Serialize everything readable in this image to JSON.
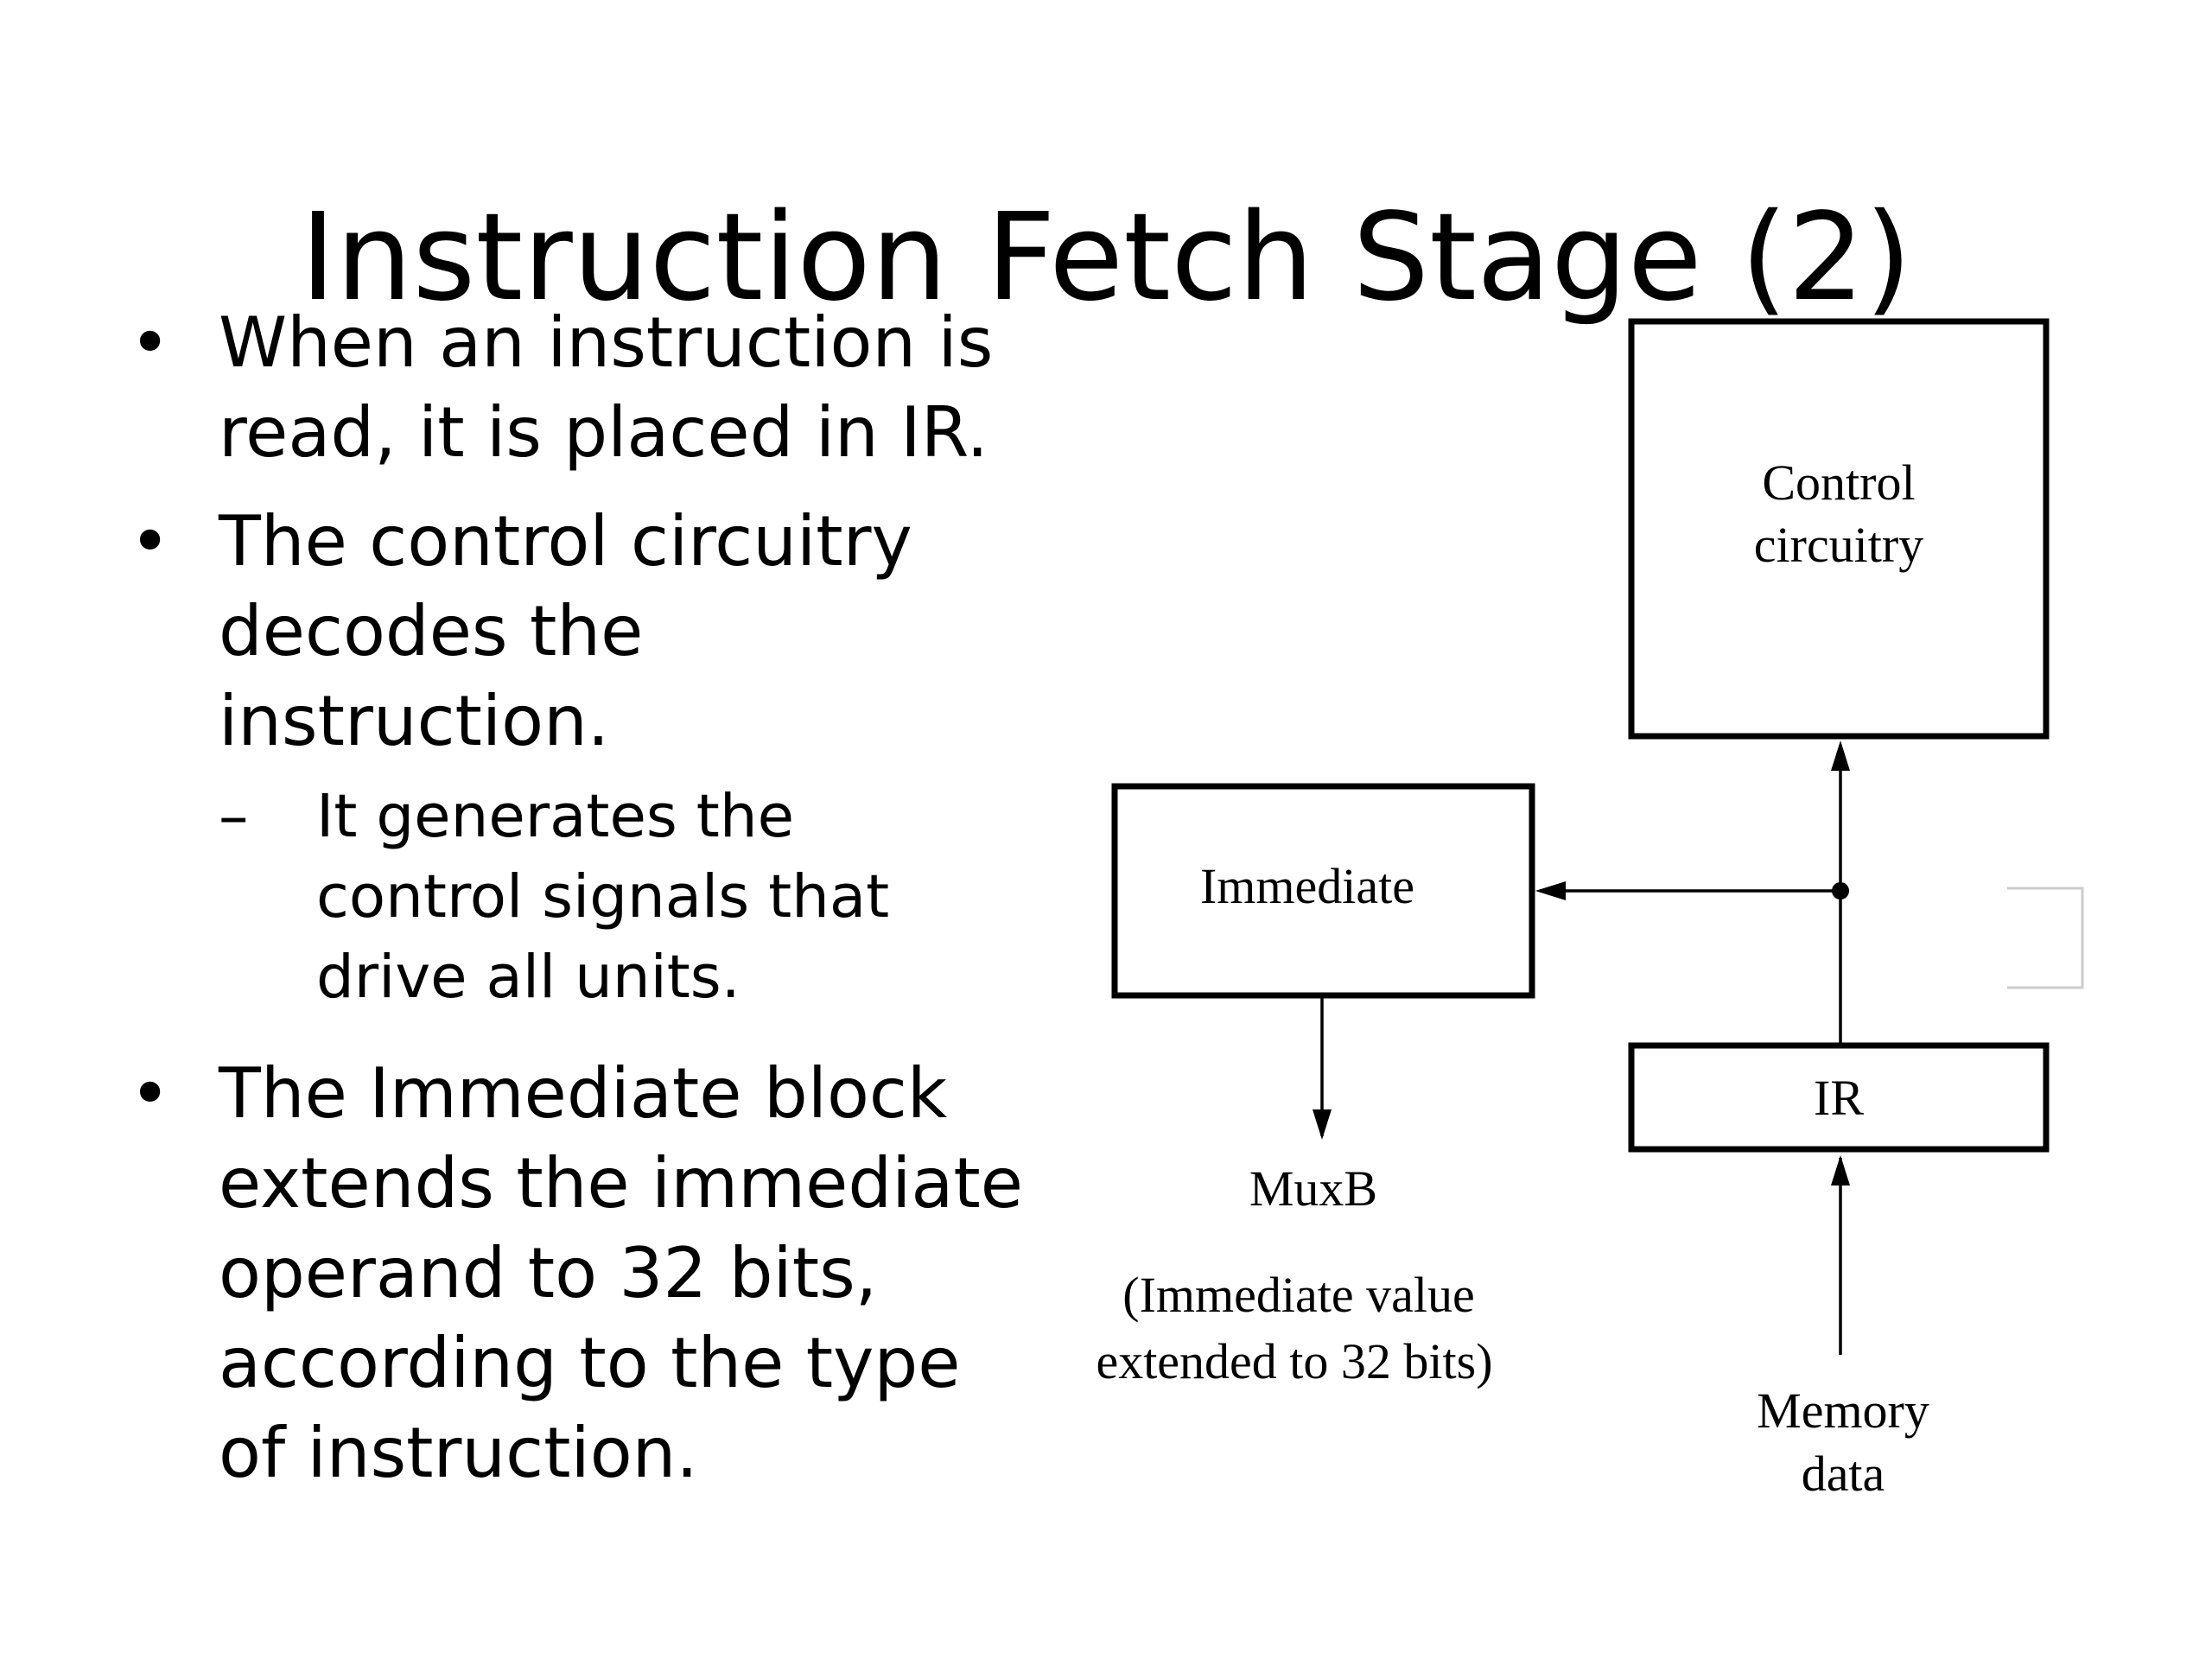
{
  "slide": {
    "title": "Instruction Fetch Stage (2)",
    "bullets": [
      {
        "text": "When an instruction is read, it is placed in IR.",
        "lines": [
          "When an instruction is",
          "read, it is placed in IR."
        ]
      },
      {
        "text": "The control circuitry decodes the instruction.",
        "lines": [
          "The control circuitry",
          "decodes the",
          "instruction."
        ],
        "sub_bullets": [
          {
            "text": "It generates the control signals that drive all units.",
            "lines": [
              "It generates the",
              "control signals that",
              "drive all units."
            ]
          }
        ]
      },
      {
        "text": "The Immediate block extends the immediate operand to 32 bits, according to the type of instruction.",
        "lines": [
          "The Immediate block",
          "extends the immediate",
          "operand to 32 bits,",
          "according to the type",
          "of instruction."
        ]
      }
    ]
  },
  "diagram": {
    "blocks": {
      "control": {
        "lines": [
          "Control",
          "circuitry"
        ]
      },
      "immediate": {
        "label": "Immediate"
      },
      "ir": {
        "label": "IR"
      }
    },
    "labels": {
      "muxb": "MuxB",
      "immediate_note": [
        "(Immediate value",
        "extended to 32 bits)"
      ],
      "memory_data": [
        "Memory",
        "data"
      ]
    }
  }
}
